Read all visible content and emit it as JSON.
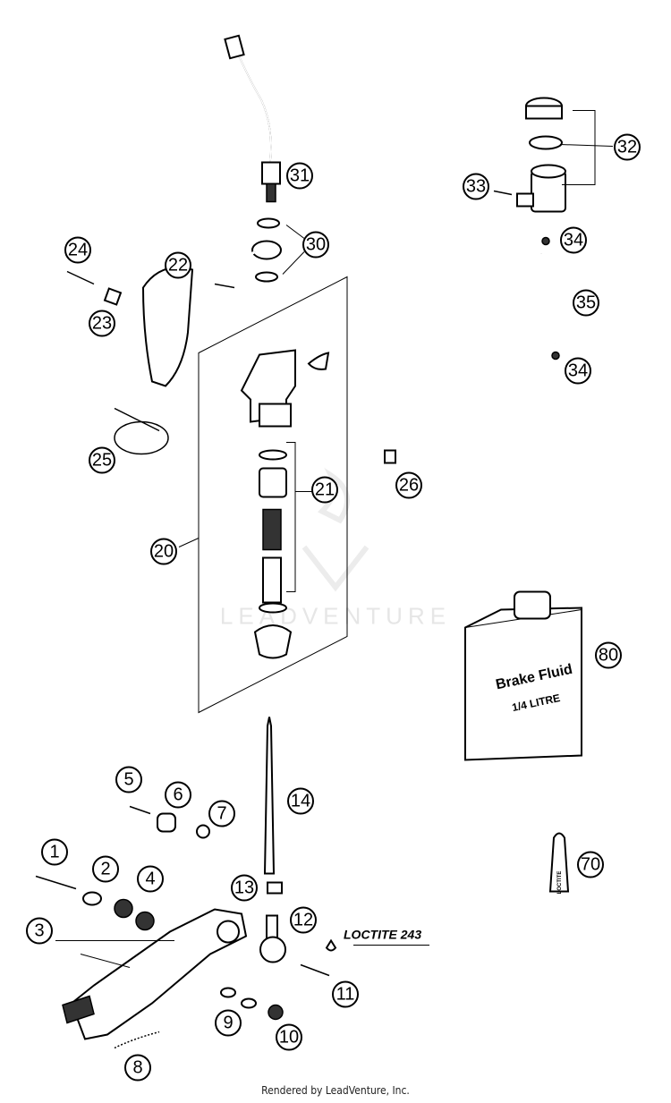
{
  "watermark": "LEADVENTURE",
  "footer": "Rendered by LeadVenture, Inc.",
  "loctite_label": "LOCTITE 243",
  "can_label_line1": "Brake Fluid",
  "can_label_line2": "1/4 LITRE",
  "tube_label": "LOCTITE",
  "callouts": {
    "c1": "1",
    "c2": "2",
    "c3": "3",
    "c4": "4",
    "c5": "5",
    "c6": "6",
    "c7": "7",
    "c8": "8",
    "c9": "9",
    "c10": "10",
    "c11": "11",
    "c12": "12",
    "c13": "13",
    "c14": "14",
    "c20": "20",
    "c21": "21",
    "c22": "22",
    "c23": "23",
    "c24": "24",
    "c25": "25",
    "c26": "26",
    "c30": "30",
    "c31": "31",
    "c32": "32",
    "c33": "33",
    "c34a": "34",
    "c34b": "34",
    "c35": "35",
    "c70": "70",
    "c80": "80"
  }
}
